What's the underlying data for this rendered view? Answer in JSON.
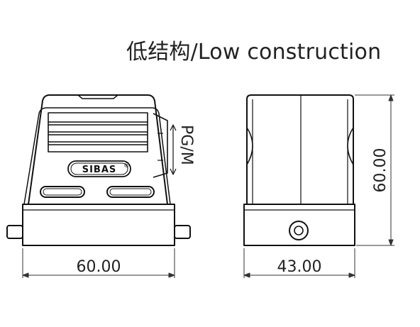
{
  "title": "低结构/Low construction",
  "front_view": {
    "brand": "SIBAS",
    "brand_mark": "®",
    "thread_label": "PG/M",
    "width_dim": "60.00"
  },
  "side_view": {
    "width_dim": "43.00",
    "height_dim": "60.00"
  }
}
